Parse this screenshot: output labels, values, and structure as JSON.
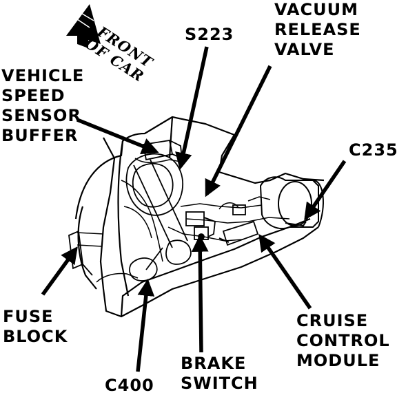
{
  "diagram": {
    "colors": {
      "ink": "#000000",
      "paper": "#ffffff"
    },
    "direction_label": [
      "FRONT",
      "OF CAR"
    ],
    "labels": {
      "vacuum_release_valve": [
        "VACUUM",
        "RELEASE",
        "VALVE"
      ],
      "s223": [
        "S223"
      ],
      "vehicle_speed_sensor_buffer": [
        "VEHICLE",
        "SPEED",
        "SENSOR",
        "BUFFER"
      ],
      "c235": [
        "C235"
      ],
      "fuse_block": [
        "FUSE",
        "BLOCK"
      ],
      "cruise_control_module": [
        "CRUISE",
        "CONTROL",
        "MODULE"
      ],
      "brake_switch": [
        "BRAKE",
        "SWITCH"
      ],
      "c400": [
        "C400"
      ]
    }
  }
}
